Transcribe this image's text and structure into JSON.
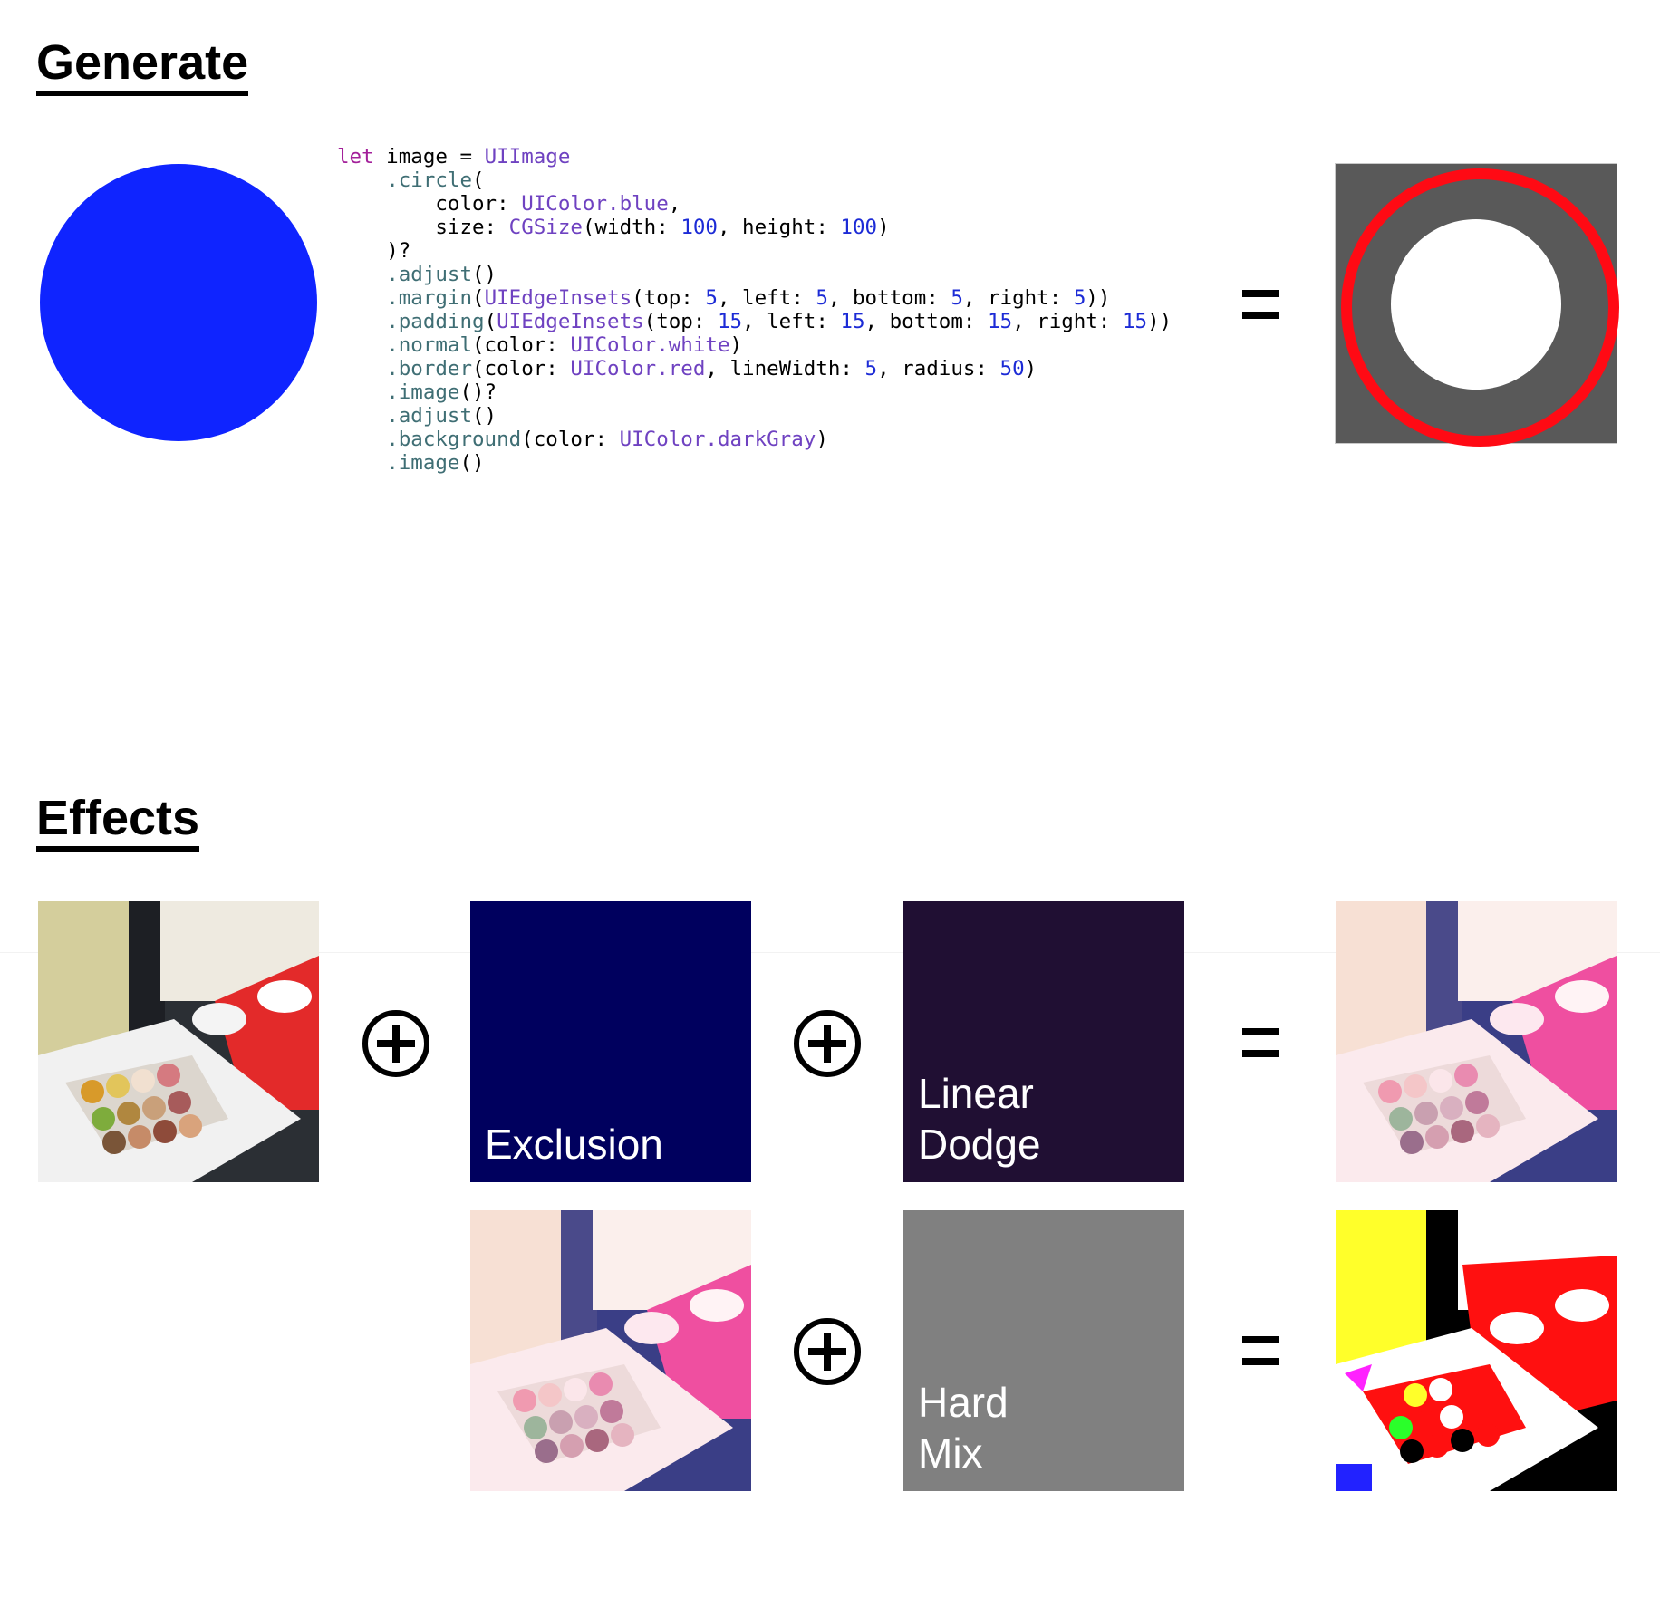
{
  "sections": {
    "generate_title": "Generate",
    "effects_title": "Effects"
  },
  "code": {
    "line1": {
      "kw": "let",
      "rest": " image = ",
      "type": "UIImage"
    },
    "circle_call": ".circle",
    "color_param": "color: ",
    "color_value": "UIColor.blue",
    "size_param": "size: ",
    "size_type": "CGSize",
    "size_w_label": "(width: ",
    "size_w": "100",
    "size_h_label": ", height: ",
    "size_h": "100",
    "optional_close": ")?",
    "adjust": ".adjust",
    "margin": ".margin",
    "margin_type": "UIEdgeInsets",
    "margin_values": [
      "5",
      "5",
      "5",
      "5"
    ],
    "padding": ".padding",
    "padding_type": "UIEdgeInsets",
    "padding_values": [
      "15",
      "15",
      "15",
      "15"
    ],
    "normal": ".normal",
    "normal_color": "UIColor.white",
    "border": ".border",
    "border_color": "UIColor.red",
    "border_linewidth": "5",
    "border_radius": "50",
    "image": ".image",
    "background": ".background",
    "background_color": "UIColor.darkGray",
    "labels": {
      "top": "top: ",
      "left": ", left: ",
      "bottom": ", bottom: ",
      "right": ", right: ",
      "color": "(color: ",
      "lineWidth": ", lineWidth: ",
      "radius": ", radius: "
    }
  },
  "effects": {
    "row1": {
      "blend1": "Exclusion",
      "blend2": "Linear\nDodge"
    },
    "row2": {
      "blend": "Hard\nMix"
    },
    "colors": {
      "exclusion": "#00005e",
      "linear_dodge": "#200f33",
      "hard_mix": "#808080"
    }
  },
  "preview": {
    "background": "#595959",
    "border": "#ff0a14",
    "fill": "#ffffff",
    "source_circle": "#0f24ff"
  }
}
